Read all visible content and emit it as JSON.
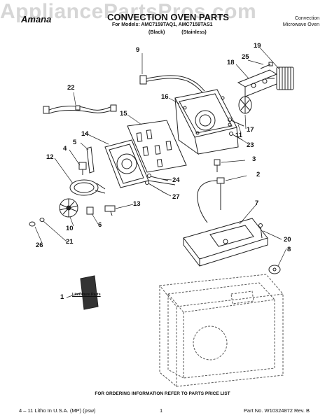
{
  "header": {
    "watermark": "AppliancePartsPros.com",
    "brand": "Amana",
    "title": "CONVECTION OVEN PARTS",
    "models_line": "For Models: AMC7159TAQ1, AMC7159TAS1",
    "variants": [
      "(Black)",
      "(Stainless)"
    ],
    "section": [
      "Convection",
      "Microwave Oven"
    ]
  },
  "callouts": [
    "9",
    "19",
    "25",
    "18",
    "22",
    "16",
    "15",
    "17",
    "11",
    "23",
    "5",
    "14",
    "3",
    "2",
    "4",
    "12",
    "24",
    "27",
    "7",
    "13",
    "6",
    "10",
    "20",
    "8",
    "26",
    "21",
    "1"
  ],
  "literature_label": "Literature Parts",
  "footer": {
    "ordering_note": "FOR ORDERING INFORMATION REFER TO PARTS PRICE LIST",
    "litho": "4 – 11 Litho In U.S.A. (MP) (psw)",
    "page": "1",
    "part_no": "Part No. W10324872 Rev. B"
  }
}
